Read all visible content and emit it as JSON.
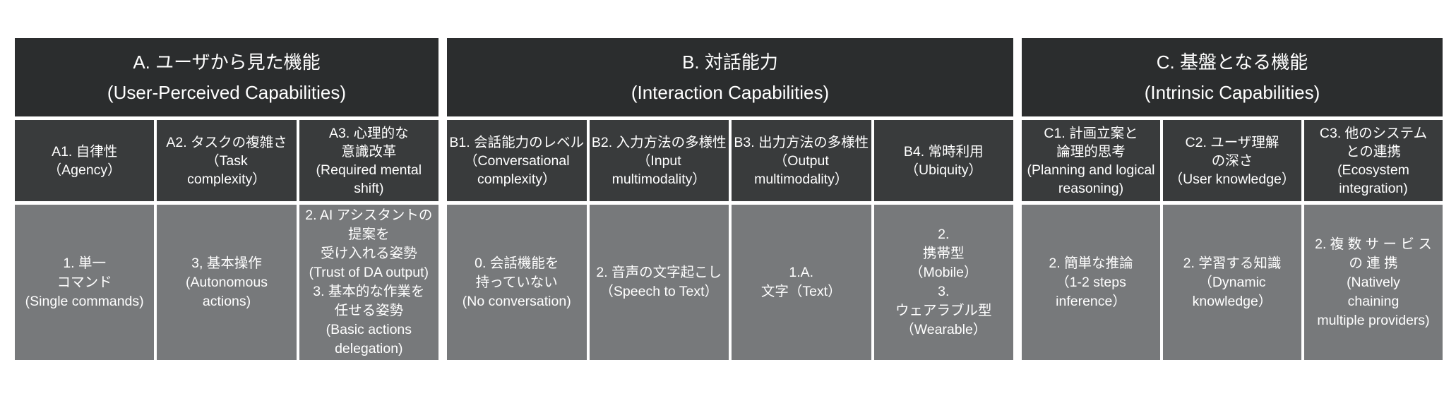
{
  "colors": {
    "section_header_bg": "#2b2d2e",
    "subheader_bg": "#393b3c",
    "value_bg": "#77797b",
    "text": "#ffffff",
    "page_bg": "#ffffff"
  },
  "table": {
    "sections": [
      {
        "id": "A",
        "title": [
          "A. ユーザから見た機能",
          "(User-Perceived Capabilities)"
        ],
        "columns": [
          {
            "header": [
              "A1. 自律性",
              "（Agency）"
            ],
            "value": [
              "1. 単一",
              "コマンド",
              "(Single commands)"
            ]
          },
          {
            "header": [
              "A2. タスクの複雑さ",
              "（Task",
              "complexity）"
            ],
            "value": [
              "3, 基本操作",
              "(Autonomous",
              "actions)"
            ]
          },
          {
            "header": [
              "A3. 心理的な",
              "意識改革",
              "(Required mental shift)"
            ],
            "value": [
              "2. AI アシスタントの",
              "提案を",
              "受け入れる姿勢",
              "(Trust of DA output)",
              "3. 基本的な作業を",
              "任せる姿勢",
              "(Basic actions",
              "delegation)"
            ]
          }
        ]
      },
      {
        "id": "B",
        "title": [
          "B. 対話能力",
          "(Interaction Capabilities)"
        ],
        "columns": [
          {
            "header": [
              "B1. 会話能力のレベル",
              "（Conversational",
              "complexity）"
            ],
            "value": [
              "0. 会話機能を",
              "持っていない",
              "(No conversation)"
            ]
          },
          {
            "header": [
              "B2. 入力方法の多様性",
              "（Input",
              "multimodality）"
            ],
            "value": [
              "2. 音声の文字起こし",
              "（Speech to Text）"
            ]
          },
          {
            "header": [
              "B3. 出力方法の多様性",
              "（Output",
              "multimodality）"
            ],
            "value": [
              "1.A.",
              "文字（Text）"
            ]
          },
          {
            "header": [
              "B4. 常時利用",
              "（Ubiquity）"
            ],
            "value": [
              "2.",
              "携帯型",
              "（Mobile）",
              "3.",
              "ウェアラブル型",
              "（Wearable）"
            ]
          }
        ]
      },
      {
        "id": "C",
        "title": [
          "C. 基盤となる機能",
          "(Intrinsic Capabilities)"
        ],
        "columns": [
          {
            "header": [
              "C1. 計画立案と",
              "論理的思考",
              "(Planning and logical",
              "reasoning)"
            ],
            "value": [
              "2. 簡単な推論",
              "（1-2 steps",
              "inference）"
            ]
          },
          {
            "header": [
              "C2. ユーザ理解",
              "の深さ",
              "（User knowledge）"
            ],
            "value": [
              "2. 学習する知識",
              "（Dynamic",
              "knowledge）"
            ]
          },
          {
            "header": [
              "C3. 他のシステム",
              "との連携",
              "(Ecosystem integration)"
            ],
            "value": [
              "2. 複 数 サ ー ビ ス",
              "の 連 携",
              "(Natively",
              "chaining",
              "multiple providers)"
            ]
          }
        ]
      }
    ]
  }
}
